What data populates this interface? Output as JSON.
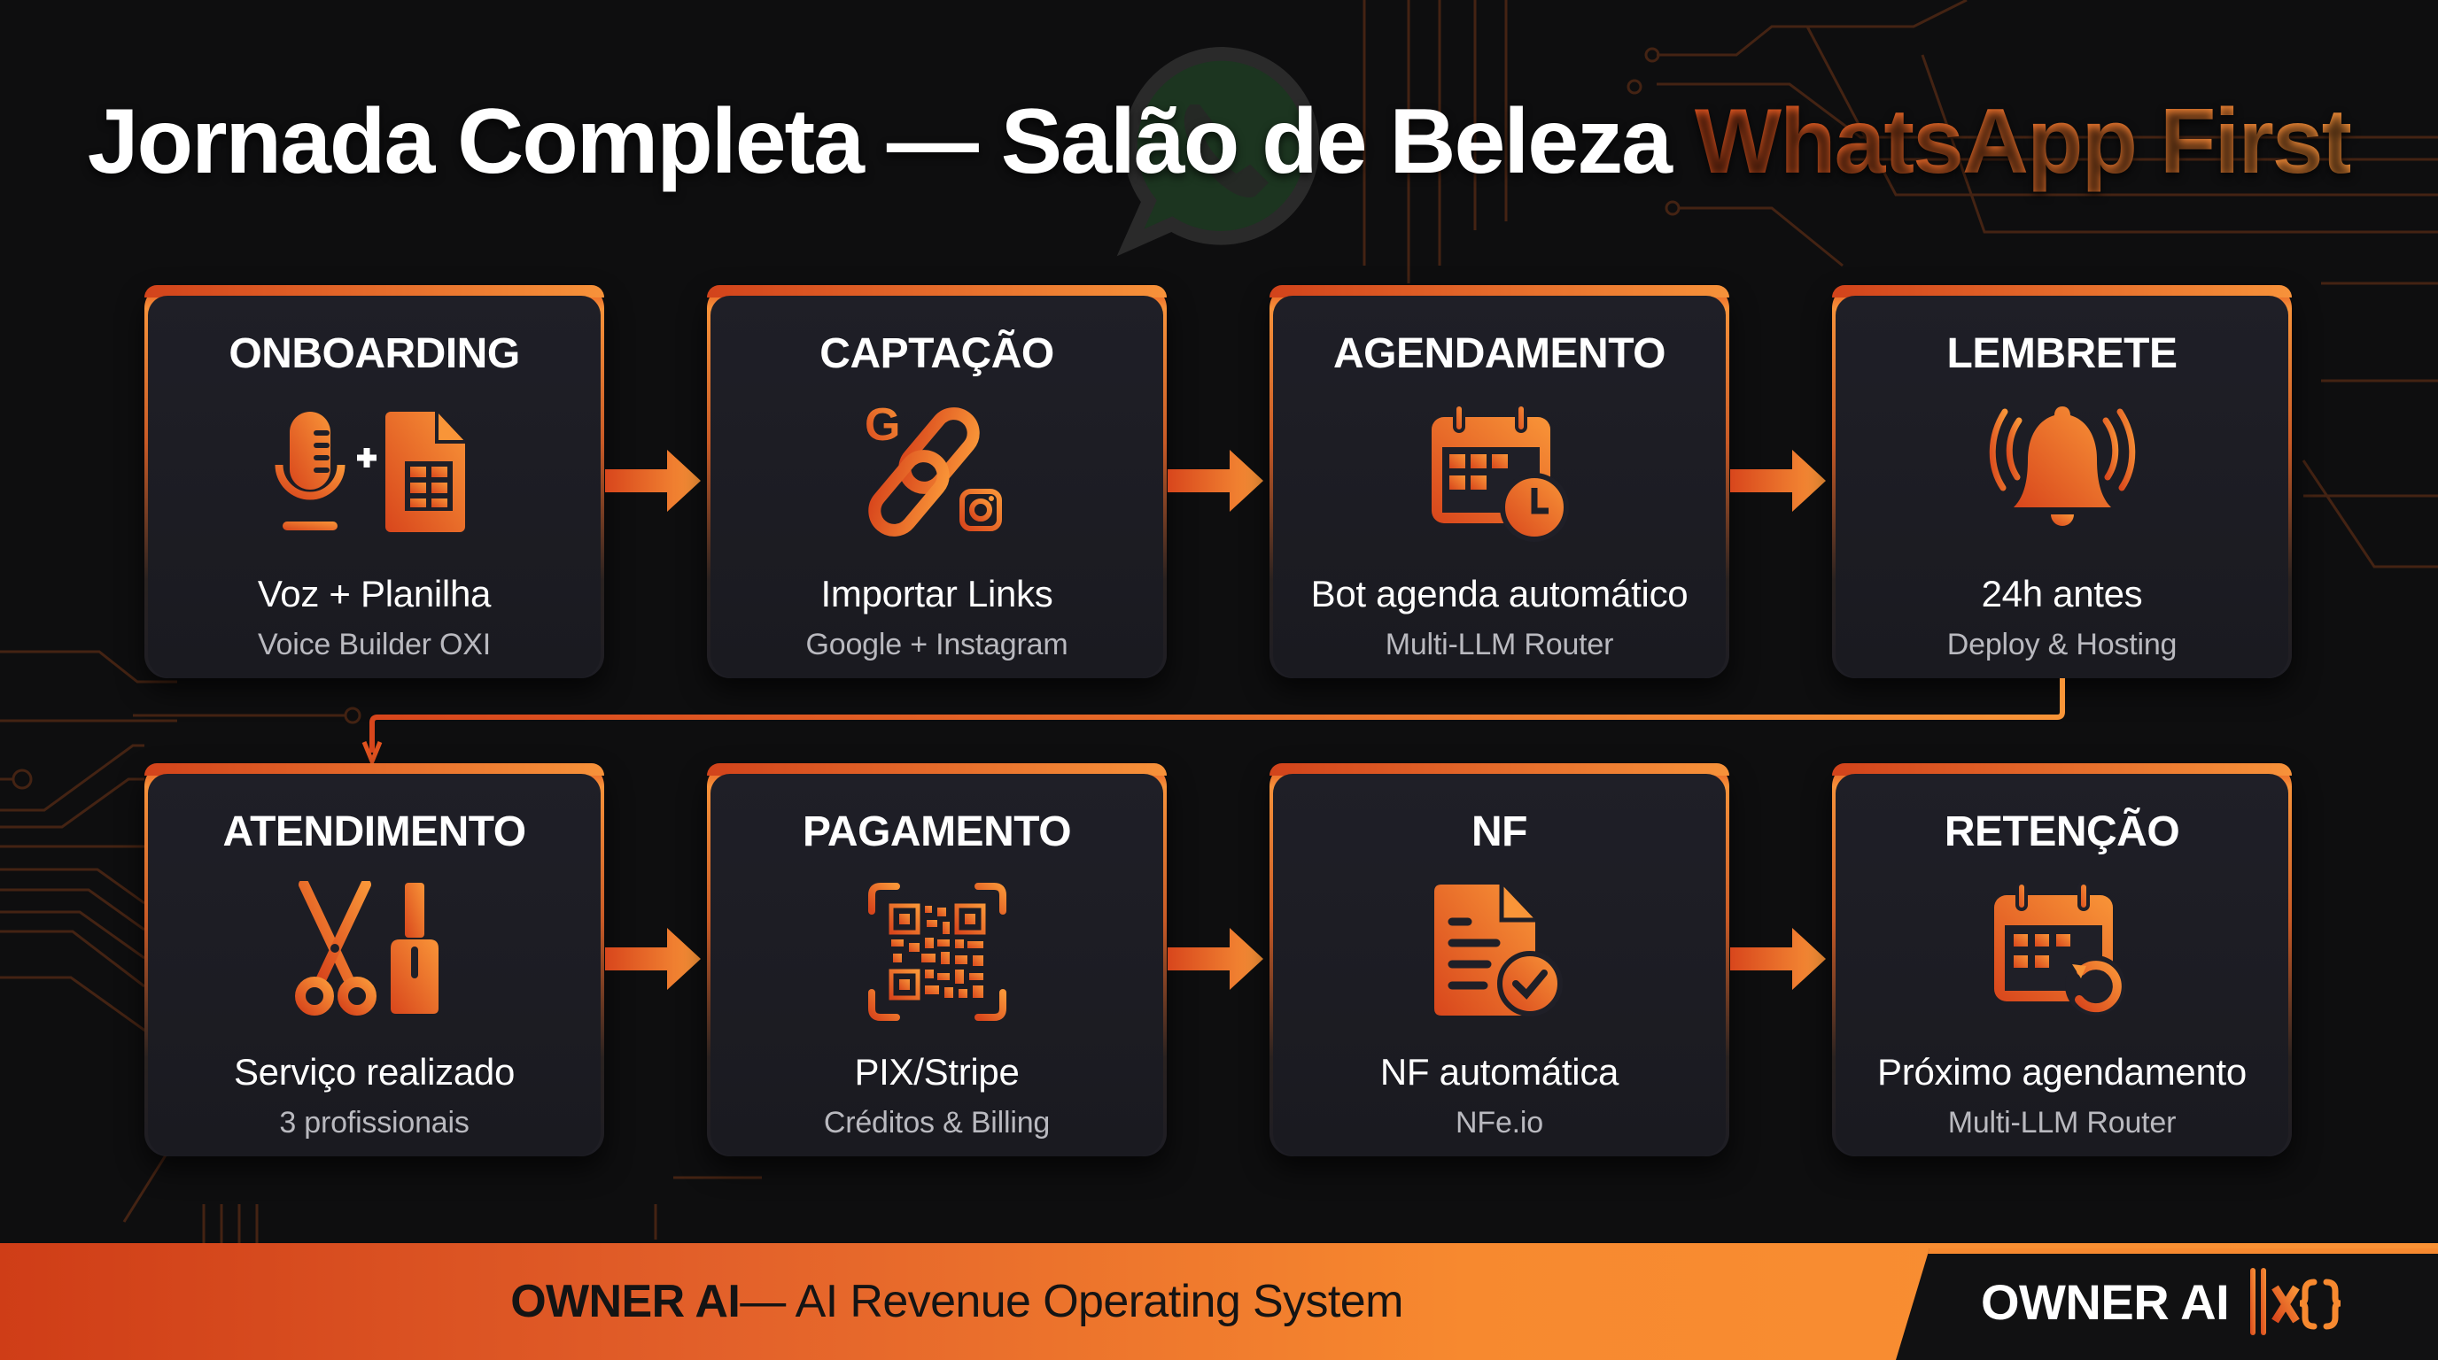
{
  "header": {
    "title_main": "Jornada Completa — Salão de Beleza",
    "title_accent": "WhatsApp First",
    "watermark_icon": "whatsapp-icon"
  },
  "colors": {
    "background": "#0e0e0f",
    "card_background": "#1f1f27",
    "accent_start": "#d2431b",
    "accent_end": "#f7923a",
    "subtext": "#b9b9bf",
    "whatsapp_watermark": "#1e3a22"
  },
  "steps": [
    {
      "title": "ONBOARDING",
      "main": "Voz + Planilha",
      "sub": "Voice Builder OXI",
      "icon": "microphone-plus-spreadsheet-icon"
    },
    {
      "title": "CAPTAÇÃO",
      "main": "Importar Links",
      "sub": "Google + Instagram",
      "icon": "link-google-instagram-icon"
    },
    {
      "title": "AGENDAMENTO",
      "main": "Bot agenda automático",
      "sub": "Multi-LLM Router",
      "icon": "calendar-clock-icon"
    },
    {
      "title": "LEMBRETE",
      "main": "24h antes",
      "sub": "Deploy & Hosting",
      "icon": "ringing-bell-icon"
    },
    {
      "title": "ATENDIMENTO",
      "main": "Serviço realizado",
      "sub": "3 profissionais",
      "icon": "scissors-nail-polish-icon"
    },
    {
      "title": "PAGAMENTO",
      "main": "PIX/Stripe",
      "sub": "Créditos & Billing",
      "icon": "qr-code-icon"
    },
    {
      "title": "NF",
      "main": "NF automática",
      "sub": "NFe.io",
      "icon": "invoice-check-icon"
    },
    {
      "title": "RETENÇÃO",
      "main": "Próximo agendamento",
      "sub": "Multi-LLM Router",
      "icon": "calendar-repeat-icon"
    }
  ],
  "footer": {
    "brand": "OWNER AI",
    "tagline": " — AI Revenue Operating System",
    "logo_text": "OWNER AI",
    "logo_mark": "x{}"
  }
}
